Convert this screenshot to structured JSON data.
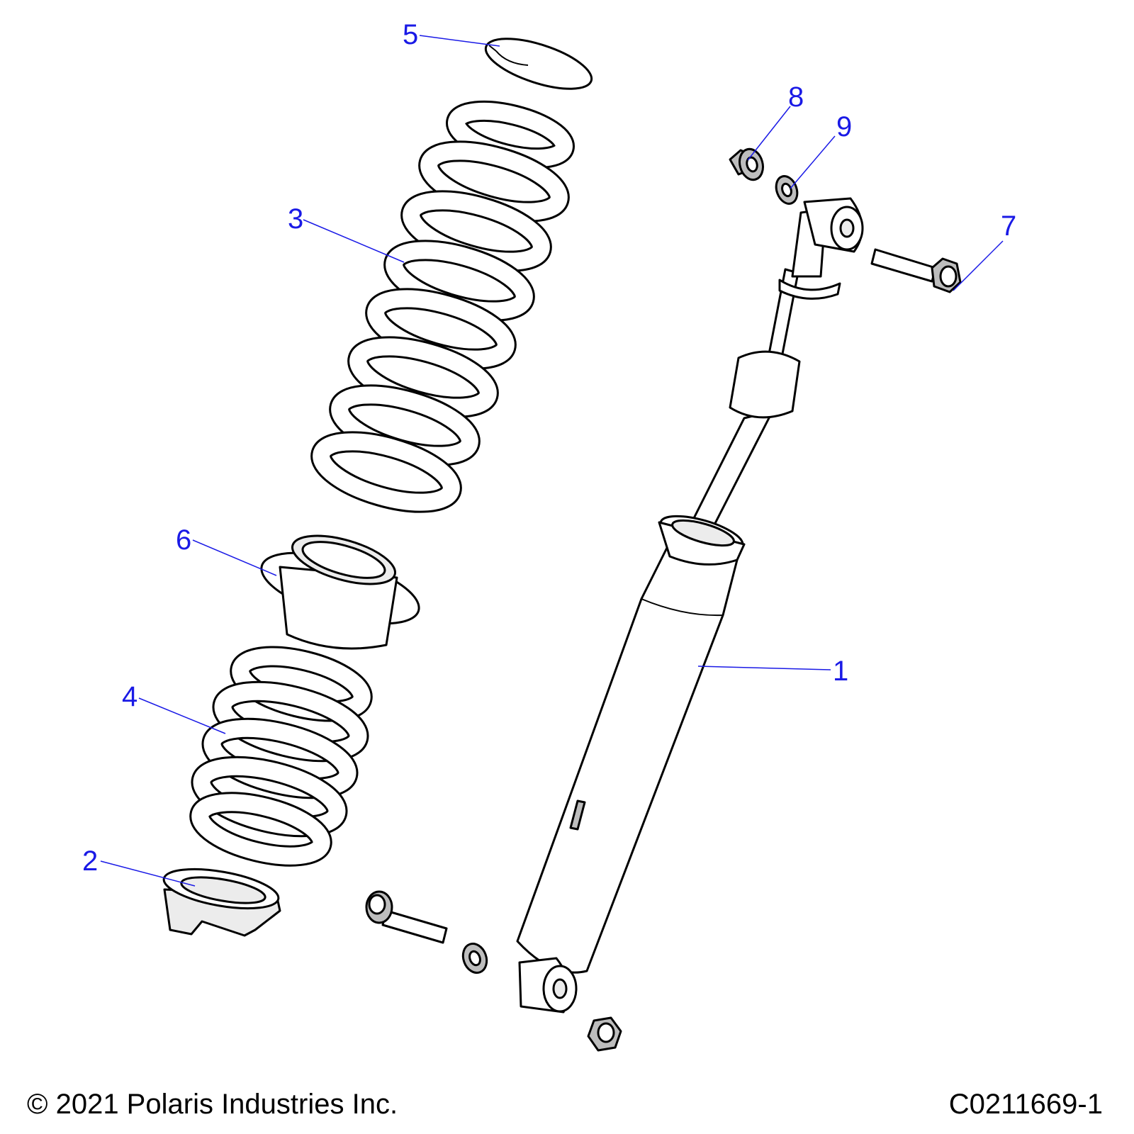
{
  "callouts": {
    "c1": "1",
    "c2": "2",
    "c3": "3",
    "c4": "4",
    "c5": "5",
    "c6": "6",
    "c7": "7",
    "c8": "8",
    "c9": "9"
  },
  "footer": {
    "copyright": "© 2021 Polaris Industries Inc.",
    "drawing_id": "C0211669-1"
  },
  "colors": {
    "callout": "#1a1ae6",
    "line_art": "#000000",
    "background": "#ffffff"
  }
}
